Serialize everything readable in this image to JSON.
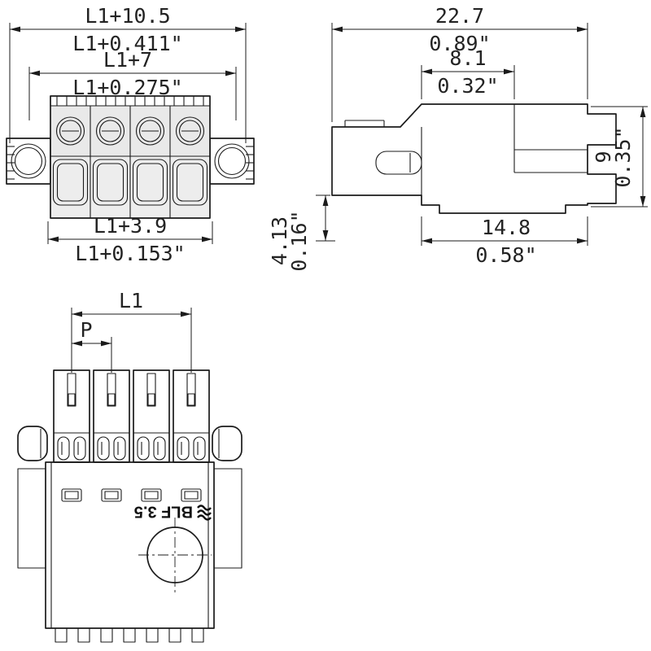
{
  "drawing": {
    "front_view": {
      "overall_mm": "L1+10.5",
      "overall_in": "L1+0.411\"",
      "upper_mm": "L1+7",
      "upper_in": "L1+0.275\"",
      "lower_mm": "L1+3.9",
      "lower_in": "L1+0.153\""
    },
    "side_view": {
      "depth_mm": "22.7",
      "depth_in": "0.89\"",
      "front_depth_mm": "8.1",
      "front_depth_in": "0.32\"",
      "height_mm": "9",
      "height_in": "0.35\"",
      "housing_depth_mm": "14.8",
      "housing_depth_in": "0.58\"",
      "offset_mm": "4.13",
      "offset_in": "0.16\""
    },
    "top_view": {
      "length": "L1",
      "pitch": "P",
      "marking": "BLF 3.5"
    }
  }
}
